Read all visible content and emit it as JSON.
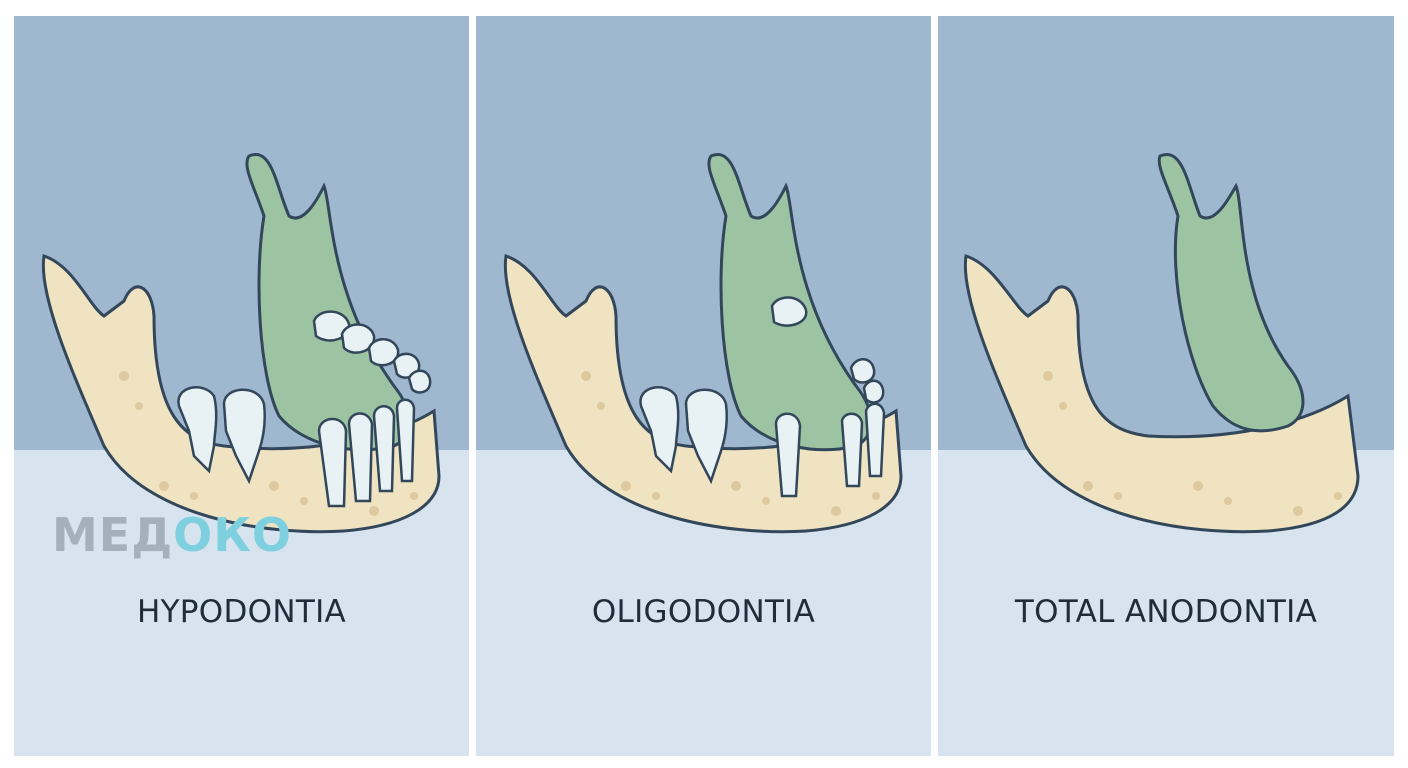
{
  "panels": [
    {
      "id": "hypodontia",
      "label": "HYPODONTIA",
      "teeth": "most"
    },
    {
      "id": "oligodontia",
      "label": "OLIGODONTIA",
      "teeth": "few"
    },
    {
      "id": "total-anodontia",
      "label": "TOTAL ANODONTIA",
      "teeth": "none"
    }
  ],
  "watermark": {
    "part1": "МЕД",
    "part2": "ОКО"
  },
  "colors": {
    "bone": "#efe3c2",
    "bone_inner": "#ddc99d",
    "ramus_inner": "#9cc4a3",
    "outline": "#33475b",
    "tooth": "#e8f1f4",
    "sky": "#9fb7cf",
    "ground": "#d7e3ee"
  }
}
